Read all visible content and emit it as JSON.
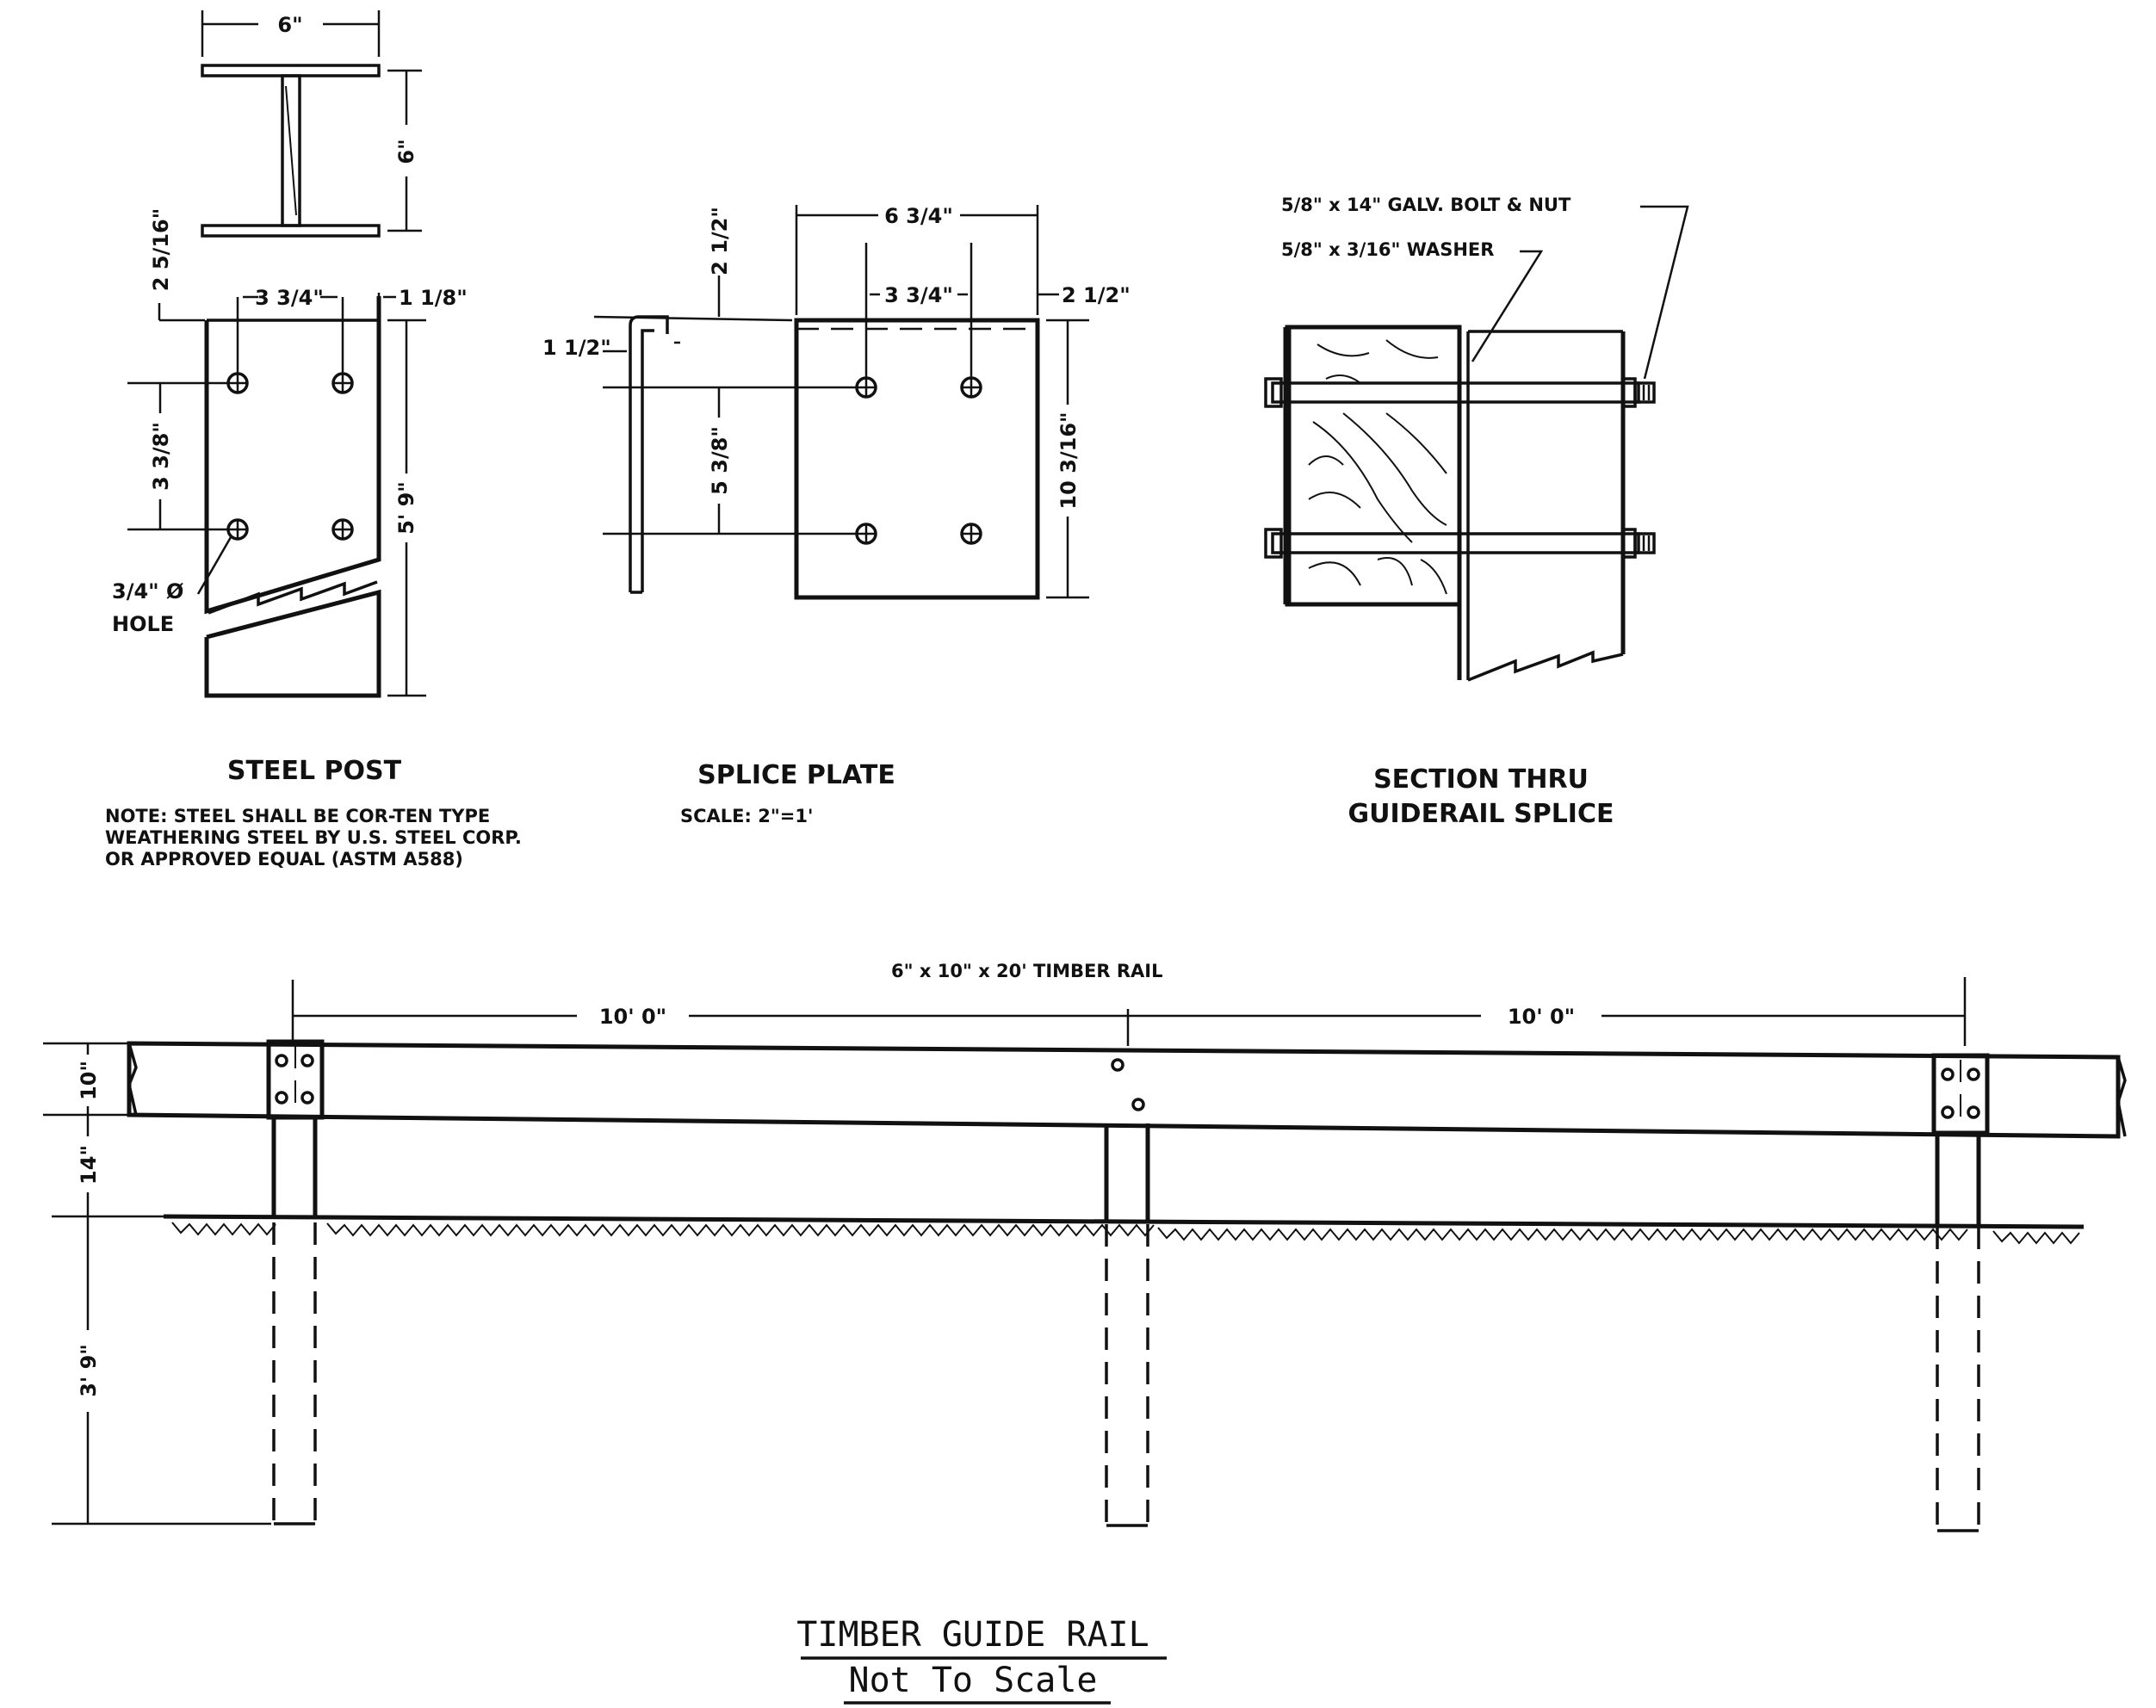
{
  "steel_post": {
    "title": "STEEL POST",
    "note_lines": [
      "NOTE: STEEL SHALL BE COR-TEN TYPE",
      "WEATHERING STEEL BY U.S. STEEL CORP.",
      "OR APPROVED EQUAL (ASTM A588)"
    ],
    "dims": {
      "flange_width": "6\"",
      "depth": "6\"",
      "top_edge": "2 5/16\"",
      "hole_spacing_h": "3 3/4\"",
      "side_edge": "1 1/8\"",
      "hole_spacing_v": "3 3/8\"",
      "length": "5' 9\""
    },
    "hole_label_lines": [
      "3/4\" Ø",
      "HOLE"
    ]
  },
  "splice_plate": {
    "title": "SPLICE PLATE",
    "scale": "SCALE: 2\"=1'",
    "dims": {
      "width": "6 3/4\"",
      "hole_spacing_h": "3 3/4\"",
      "top_edge": "2 1/2\"",
      "side_edge": "2 1/2\"",
      "lip": "1 1/2\"",
      "hole_spacing_v": "5 3/8\"",
      "height": "10 3/16\""
    }
  },
  "section": {
    "title_lines": [
      "SECTION  THRU",
      "GUIDERAIL  SPLICE"
    ],
    "bolt_callout": "5/8\" x 14\" GALV. BOLT & NUT",
    "washer_callout": "5/8\" x 3/16\" WASHER"
  },
  "guide_rail": {
    "rail_callout": "6\" x 10\" x 20'  TIMBER  RAIL",
    "span_left": "10' 0\"",
    "span_right": "10' 0\"",
    "rail_depth": "10\"",
    "above_ground": "14\"",
    "embedment": "3' 9\"",
    "title": "TIMBER GUIDE RAIL",
    "subtitle": "Not To Scale"
  }
}
